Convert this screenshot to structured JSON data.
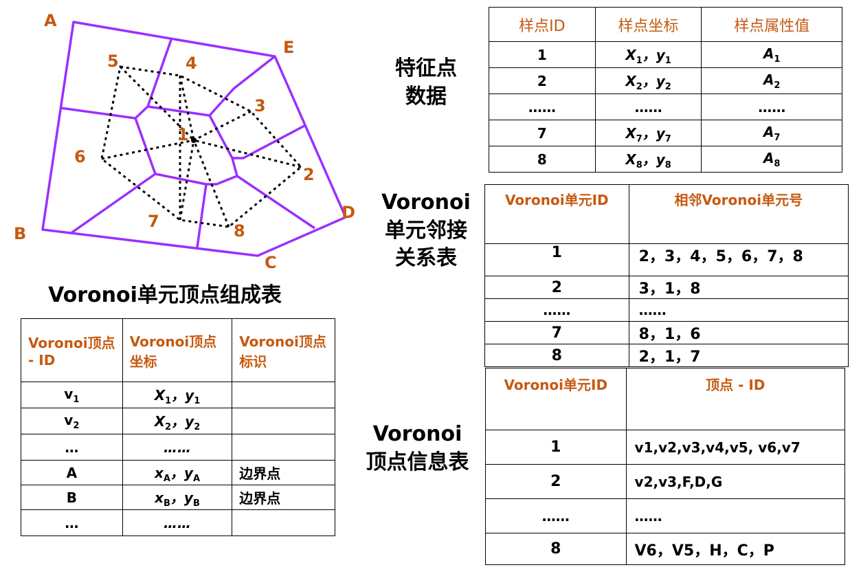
{
  "diagram": {
    "boundary_labels": [
      "A",
      "B",
      "C",
      "D",
      "E"
    ],
    "site_labels": [
      "1",
      "2",
      "3",
      "4",
      "5",
      "6",
      "7",
      "8"
    ],
    "colors": {
      "cell_edges": "#9b30ff",
      "label": "#c55a11",
      "delaunay": "#000000"
    }
  },
  "titles": {
    "feature_points": [
      "特征点",
      "数据"
    ],
    "adjacency": [
      "Voronoi",
      "单元邻接",
      "关系表"
    ],
    "vertex_composition": "Voronoi单元顶点组成表",
    "vertex_info": [
      "Voronoi",
      "顶点信息表"
    ]
  },
  "table_feature": {
    "headers": [
      "样点ID",
      "样点坐标",
      "样点属性值"
    ],
    "rows": [
      {
        "id": "1",
        "x": "X",
        "xs": "1",
        "y": "y",
        "ys": "1",
        "a": "A",
        "as": "1"
      },
      {
        "id": "2",
        "x": "X",
        "xs": "2",
        "y": "y",
        "ys": "2",
        "a": "A",
        "as": "2"
      },
      {
        "id": "……",
        "dots": "……",
        "dots2": "……"
      },
      {
        "id": "7",
        "x": "X",
        "xs": "7",
        "y": "y",
        "ys": "7",
        "a": "A",
        "as": "7"
      },
      {
        "id": "8",
        "x": "X",
        "xs": "8",
        "y": "y",
        "ys": "8",
        "a": "A",
        "as": "8"
      }
    ],
    "sep": "，"
  },
  "table_adjacency": {
    "headers": [
      "Voronoi单元ID",
      "相邻Voronoi单元号"
    ],
    "rows": [
      [
        "1",
        "2，3，4，5，6，7，8"
      ],
      [
        "2",
        "3，1，8"
      ],
      [
        "……",
        "……"
      ],
      [
        "7",
        "8，1，6"
      ],
      [
        "8",
        "2，1，7"
      ]
    ]
  },
  "table_vertex_composition": {
    "headers": [
      "Voronoi顶点 - ID",
      "Voronoi顶点坐标",
      "Voronoi顶点标识"
    ],
    "rows": [
      {
        "id": "v",
        "ids": "1",
        "x": "X",
        "xs": "1",
        "y": "y",
        "ys": "1",
        "mark": ""
      },
      {
        "id": "v",
        "ids": "2",
        "x": "X",
        "xs": "2",
        "y": "y",
        "ys": "2",
        "mark": ""
      },
      {
        "id": "…",
        "ids": "",
        "dots": "……",
        "mark": ""
      },
      {
        "id": "A",
        "ids": "",
        "x": "x",
        "xs": "A",
        "y": "y",
        "ys": "A",
        "mark": "边界点"
      },
      {
        "id": "B",
        "ids": "",
        "x": "x",
        "xs": "B",
        "y": "y",
        "ys": "B",
        "mark": "边界点"
      },
      {
        "id": "…",
        "ids": "",
        "dots": "……",
        "mark": ""
      }
    ]
  },
  "table_vertex_info": {
    "headers": [
      "Voronoi单元ID",
      "顶点 - ID"
    ],
    "rows": [
      {
        "id": "1",
        "verts": "v1,v2,v3,v4,v5, v6,v7"
      },
      {
        "id": "2",
        "verts": "v2,v3,F,D,G"
      },
      {
        "id": "……",
        "verts": "……"
      },
      {
        "id": "8",
        "verts": "V6，V5，H，C，P"
      }
    ]
  }
}
